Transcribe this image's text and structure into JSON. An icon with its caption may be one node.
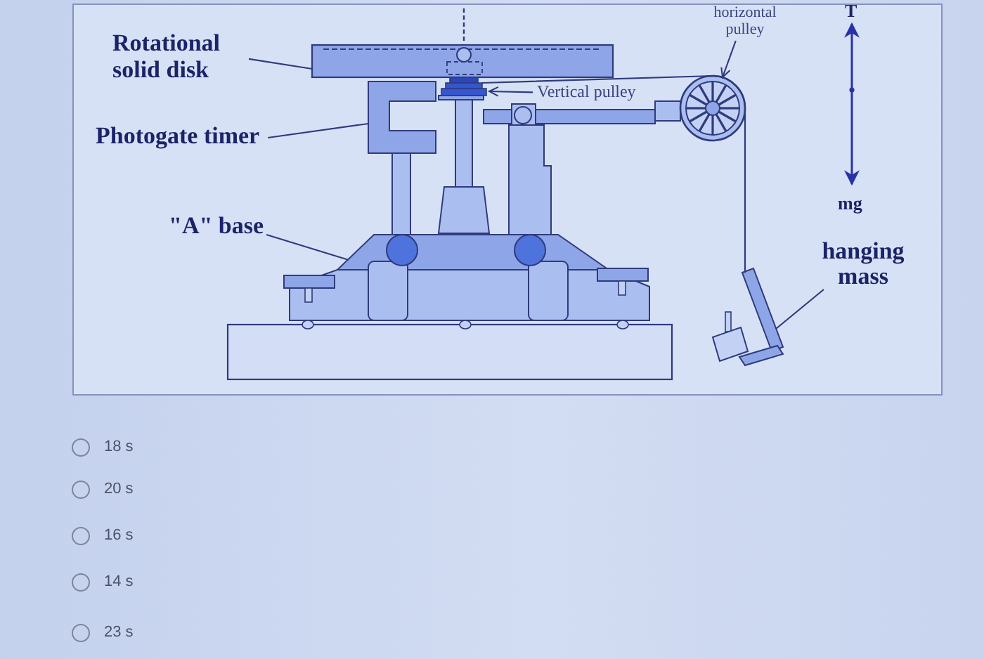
{
  "diagram": {
    "nodes": [
      {
        "text": [
          "Rotational solid disk"
        ]
      },
      {
        "text": [],
        "shape": "box"
      },
      {
        "text": [
          "horizontal pulley"
        ]
      },
      {
        "text": [],
        "shape": "circle"
      },
      {
        "text": [
          "Vertical pulley"
        ]
      },
      {
        "text": [],
        "shape": "picture"
      },
      {
        "text": [
          "Photogate timer"
        ]
      },
      {
        "text": [],
        "shape": "picture"
      },
      {
        "text": [
          "\"A\" base"
        ]
      },
      {
        "text": [],
        "shape": "picture"
      },
      {
        "text": [
          "hanging mass"
        ]
      },
      {
        "text": [],
        "shape": "picture"
      },
      {
        "text": [],
        "shape": "box"
      }
    ],
    "edges": [
      {
        "from": 0,
        "to": 1,
        "arrow": "none"
      },
      {
        "from": 2,
        "to": 3,
        "arrow": "to"
      },
      {
        "from": 4,
        "to": 5,
        "arrow": "to"
      },
      {
        "from": 6,
        "to": 7,
        "arrow": "none"
      },
      {
        "from": 8,
        "to": 9,
        "arrow": "none"
      },
      {
        "from": 10,
        "to": 11,
        "arrow": "none"
      },
      {
        "from": 5,
        "to": 11,
        "arrow": "none"
      }
    ],
    "labels": [
      "T",
      "mg",
      "18 s",
      "20 s",
      "16 s",
      "14 s",
      "23 s"
    ]
  }
}
